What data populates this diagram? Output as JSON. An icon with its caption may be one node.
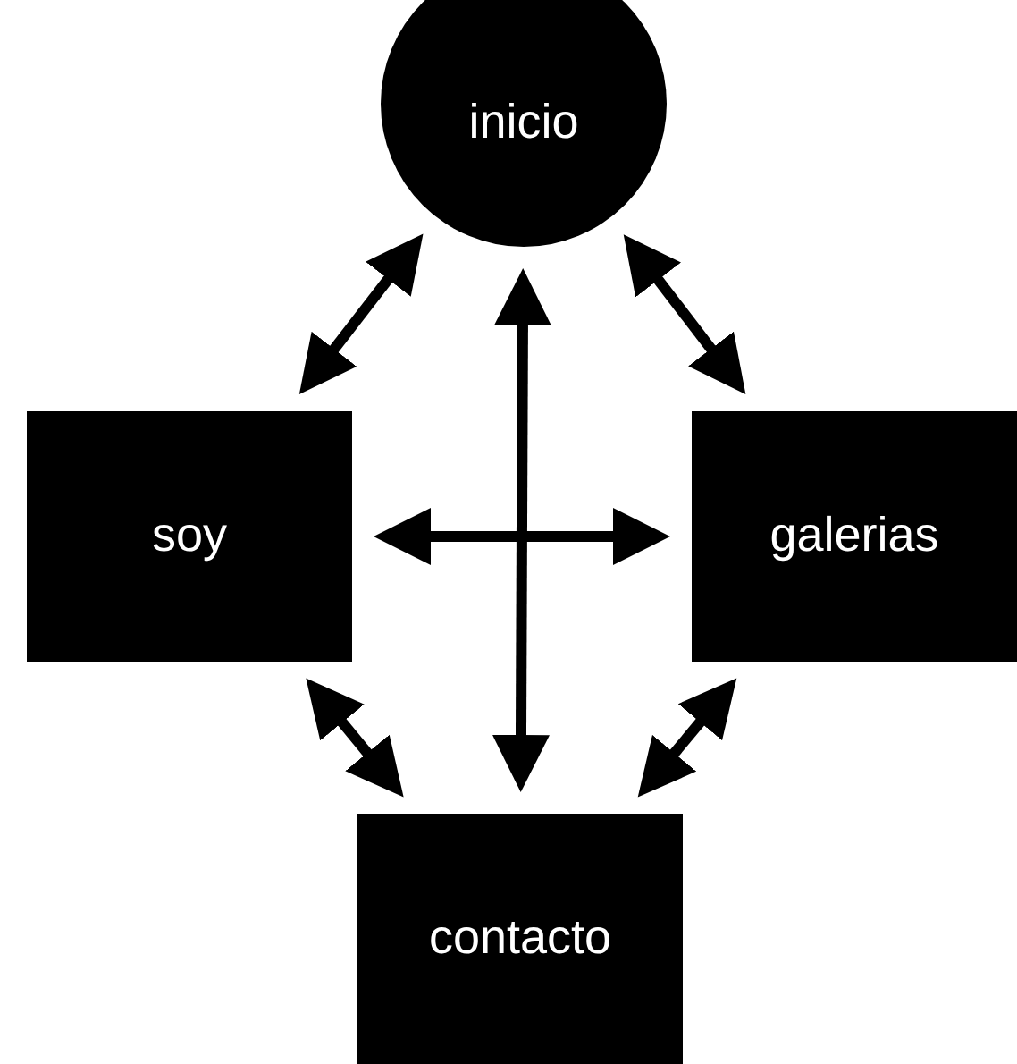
{
  "diagram": {
    "nodes": [
      {
        "text": [
          "inicio"
        ]
      },
      {
        "text": [
          "soy"
        ]
      },
      {
        "text": [
          "galerias"
        ]
      },
      {
        "text": [
          "contacto"
        ]
      }
    ],
    "edges": [
      {
        "from": 0,
        "to": 1,
        "arrow": "both"
      },
      {
        "from": 0,
        "to": 2,
        "arrow": "both"
      },
      {
        "from": 0,
        "to": 3,
        "arrow": "both"
      },
      {
        "from": 1,
        "to": 2,
        "arrow": "both"
      },
      {
        "from": 1,
        "to": 3,
        "arrow": "both"
      },
      {
        "from": 2,
        "to": 3,
        "arrow": "both"
      }
    ]
  }
}
